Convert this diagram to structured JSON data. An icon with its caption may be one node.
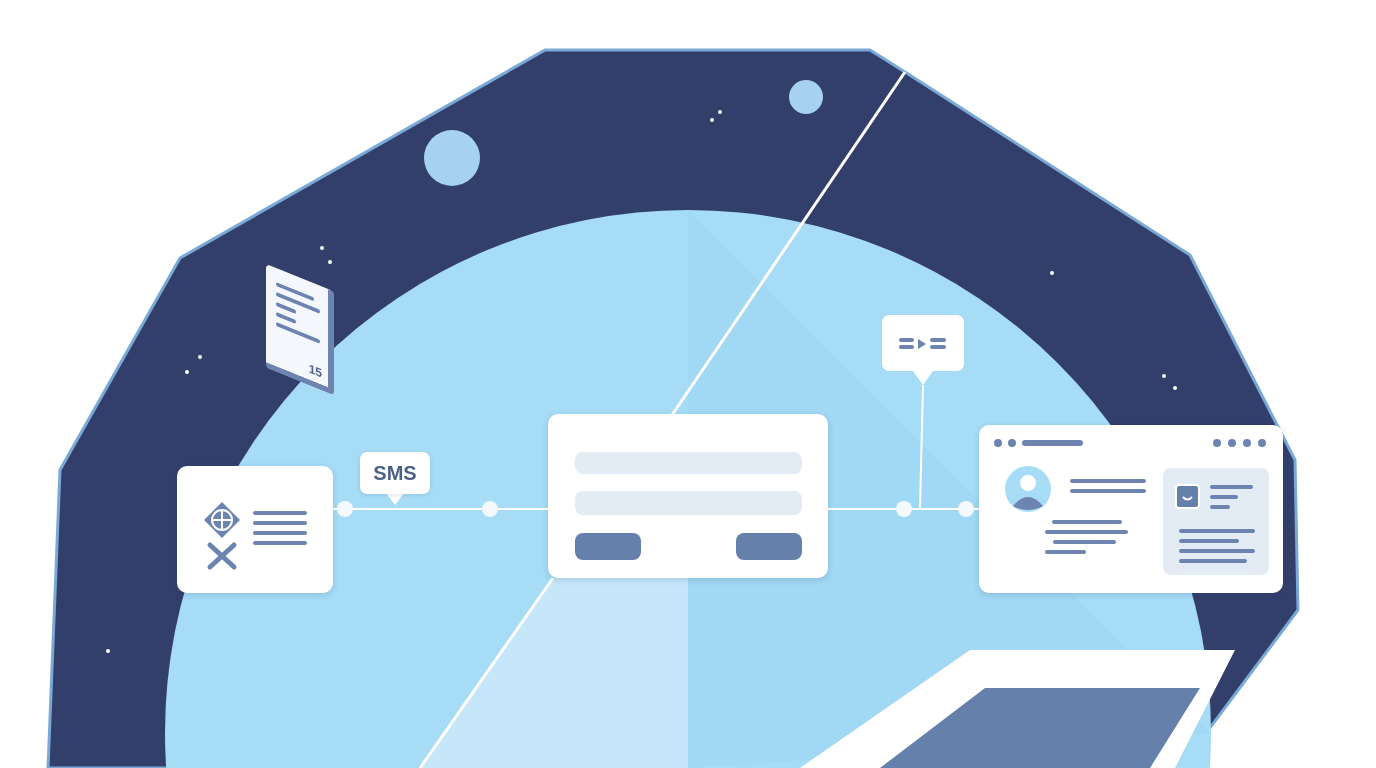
{
  "diagram": {
    "nodes": [
      {
        "text": [],
        "shape": "box"
      },
      {
        "text": [],
        "shape": "box"
      },
      {
        "text": [],
        "shape": "box"
      },
      {
        "text": [],
        "shape": "bubble"
      }
    ],
    "edges": [
      {
        "from": 0,
        "to": 1,
        "arrow": "none"
      },
      {
        "from": 1,
        "to": 2,
        "arrow": "none"
      },
      {
        "from": 3,
        "to": null,
        "arrow": "none"
      }
    ],
    "labels": [
      "SMS",
      "15"
    ]
  }
}
